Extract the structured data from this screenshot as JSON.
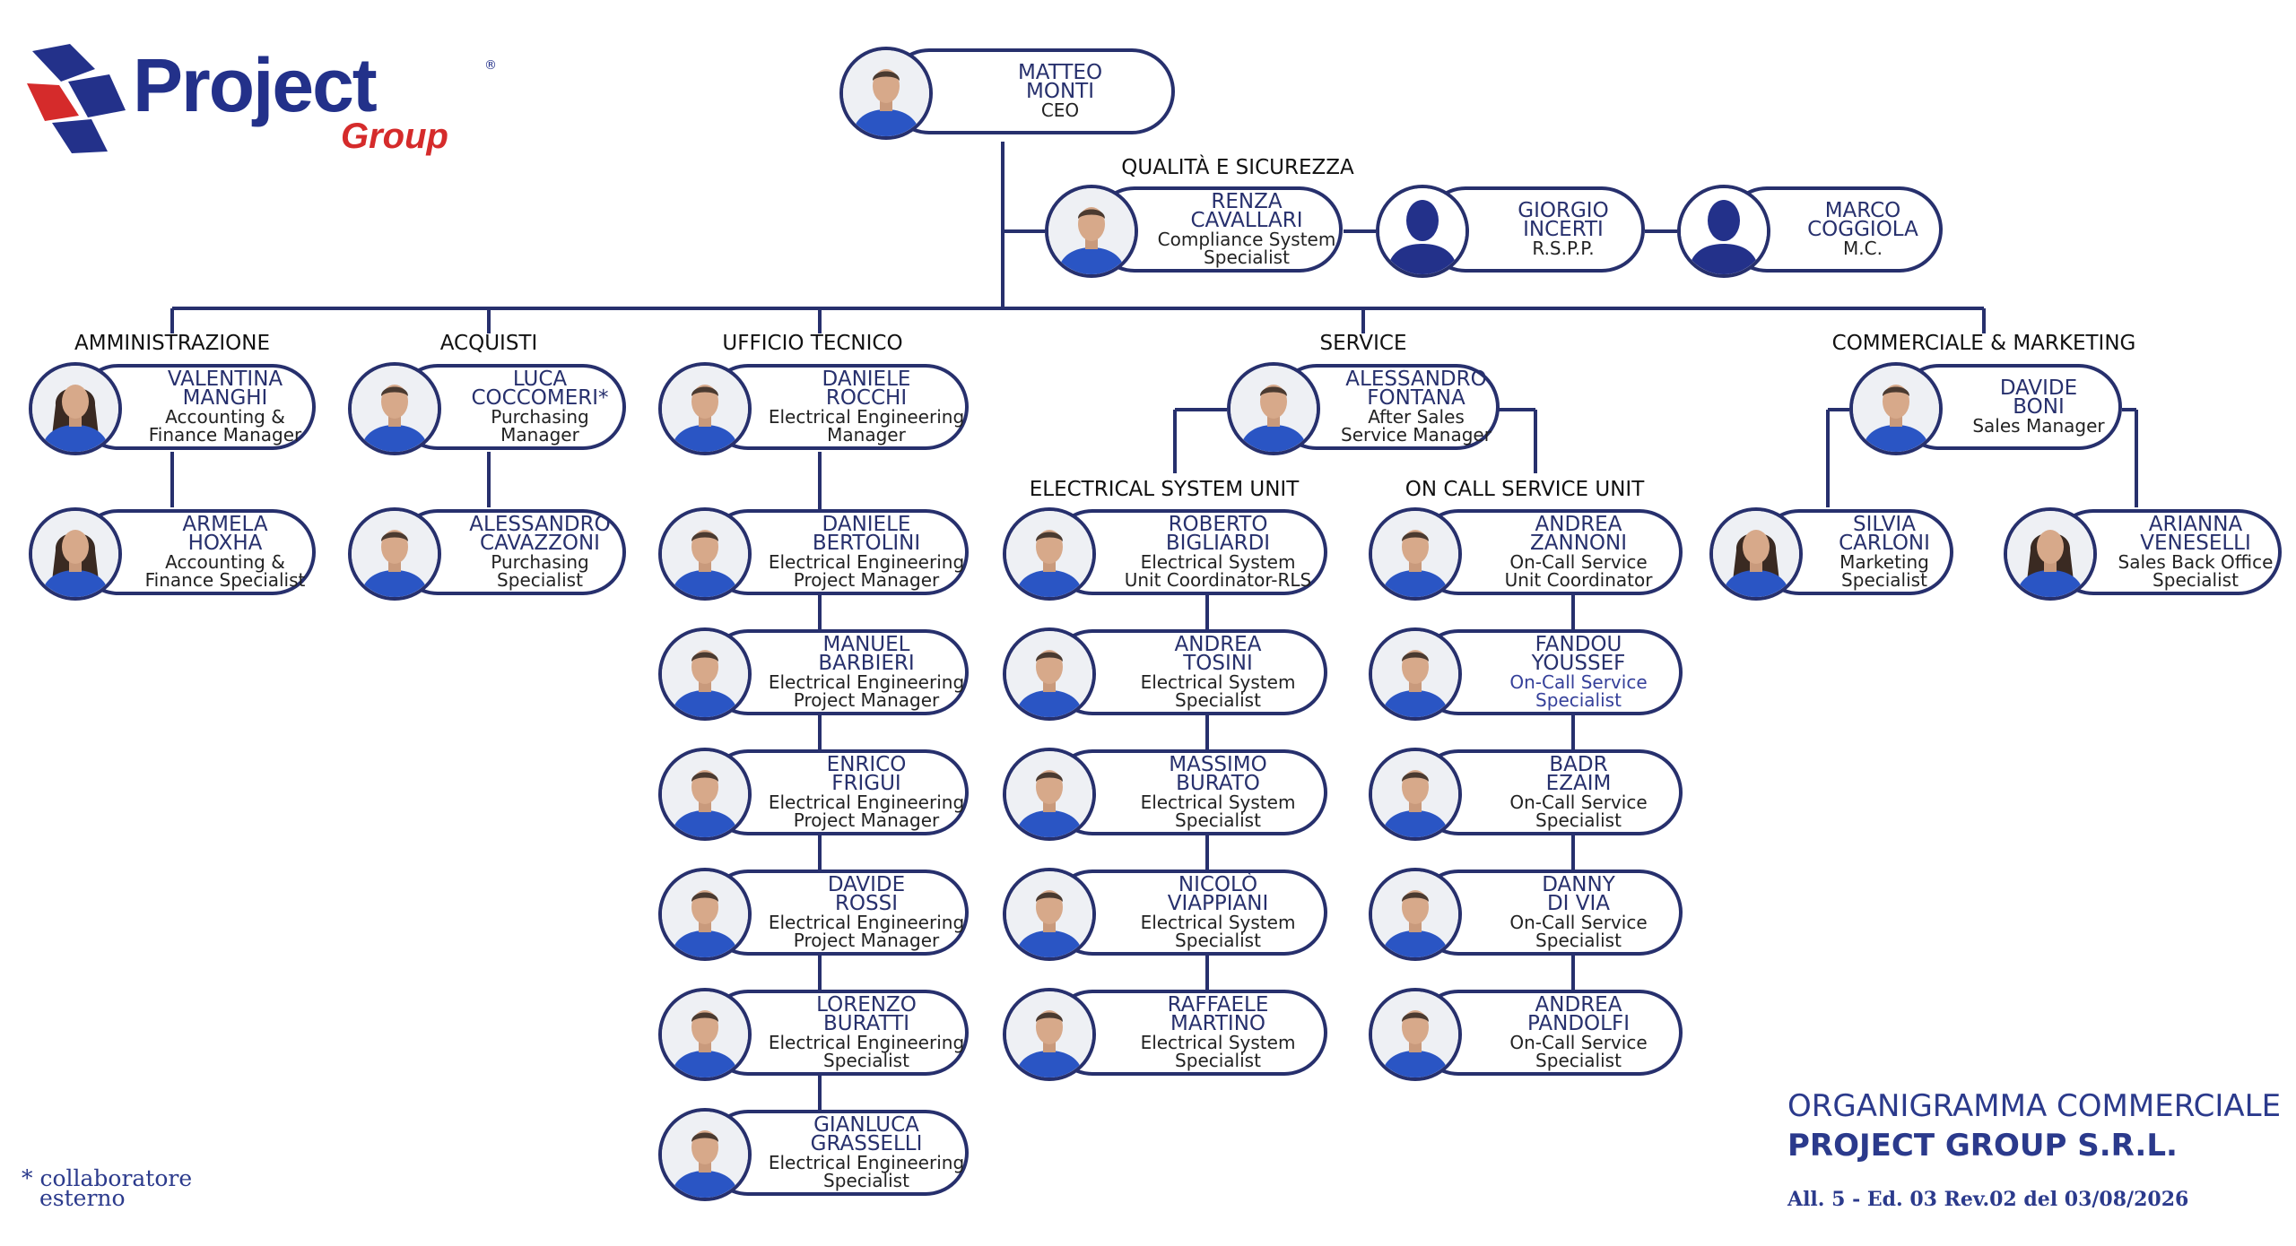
{
  "logo": {
    "name": "Project",
    "sub": "Group",
    "reg": "®"
  },
  "colors": {
    "navy": "#27306d",
    "brand_blue": "#23318a",
    "brand_red": "#d52b2b",
    "shirt": "#2a55c4"
  },
  "ceo": {
    "name": [
      "MATTEO",
      "MONTI"
    ],
    "role": [
      "CEO"
    ]
  },
  "quality": {
    "label": "QUALITÀ E SICUREZZA",
    "people": [
      {
        "name": [
          "RENZA",
          "CAVALLARI"
        ],
        "role": [
          "Compliance System",
          "Specialist"
        ],
        "placeholder": false
      },
      {
        "name": [
          "GIORGIO",
          "INCERTI"
        ],
        "role": [
          "R.S.P.P."
        ],
        "placeholder": true
      },
      {
        "name": [
          "MARCO",
          "COGGIOLA"
        ],
        "role": [
          "M.C."
        ],
        "placeholder": true
      }
    ]
  },
  "departments": [
    {
      "label": "AMMINISTRAZIONE",
      "people": [
        {
          "name": [
            "VALENTINA",
            "MANGHI"
          ],
          "role": [
            "Accounting &",
            "Finance Manager"
          ],
          "female": true
        },
        {
          "name": [
            "ARMELA",
            "HOXHA"
          ],
          "role": [
            "Accounting &",
            "Finance Specialist"
          ],
          "female": true
        }
      ]
    },
    {
      "label": "ACQUISTI",
      "people": [
        {
          "name": [
            "LUCA",
            "COCCOMERI*"
          ],
          "role": [
            "Purchasing",
            "Manager"
          ]
        },
        {
          "name": [
            "ALESSANDRO",
            "CAVAZZONI"
          ],
          "role": [
            "Purchasing",
            "Specialist"
          ]
        }
      ]
    },
    {
      "label": "UFFICIO TECNICO",
      "people": [
        {
          "name": [
            "DANIELE",
            "ROCCHI"
          ],
          "role": [
            "Electrical Engineering",
            "Manager"
          ]
        },
        {
          "name": [
            "DANIELE",
            "BERTOLINI"
          ],
          "role": [
            "Electrical Engineering",
            "Project Manager"
          ]
        },
        {
          "name": [
            "MANUEL",
            "BARBIERI"
          ],
          "role": [
            "Electrical Engineering",
            "Project Manager"
          ]
        },
        {
          "name": [
            "ENRICO",
            "FRIGUI"
          ],
          "role": [
            "Electrical Engineering",
            "Project Manager"
          ]
        },
        {
          "name": [
            "DAVIDE",
            "ROSSI"
          ],
          "role": [
            "Electrical Engineering",
            "Project Manager"
          ]
        },
        {
          "name": [
            "LORENZO",
            "BURATTI"
          ],
          "role": [
            "Electrical Engineering",
            "Specialist"
          ]
        },
        {
          "name": [
            "GIANLUCA",
            "GRASSELLI"
          ],
          "role": [
            "Electrical Engineering",
            "Specialist"
          ]
        }
      ]
    },
    {
      "label": "SERVICE",
      "people": [
        {
          "name": [
            "ALESSANDRO",
            "FONTANA"
          ],
          "role": [
            "After Sales",
            "Service Manager"
          ]
        }
      ],
      "units": [
        {
          "label": "ELECTRICAL SYSTEM UNIT",
          "people": [
            {
              "name": [
                "ROBERTO",
                "BIGLIARDI"
              ],
              "role": [
                "Electrical System",
                "Unit Coordinator-RLS"
              ]
            },
            {
              "name": [
                "ANDREA",
                "TOSINI"
              ],
              "role": [
                "Electrical System",
                "Specialist"
              ]
            },
            {
              "name": [
                "MASSIMO",
                "BURATO"
              ],
              "role": [
                "Electrical System",
                "Specialist"
              ]
            },
            {
              "name": [
                "NICOLÒ",
                "VIAPPIANI"
              ],
              "role": [
                "Electrical System",
                "Specialist"
              ]
            },
            {
              "name": [
                "RAFFAELE",
                "MARTINO"
              ],
              "role": [
                "Electrical System",
                "Specialist"
              ]
            }
          ]
        },
        {
          "label": "ON CALL SERVICE UNIT",
          "people": [
            {
              "name": [
                "ANDREA",
                "ZANNONI"
              ],
              "role": [
                "On-Call Service",
                "Unit Coordinator"
              ]
            },
            {
              "name": [
                "FANDOU",
                "YOUSSEF"
              ],
              "role": [
                "On-Call Service",
                "Specialist"
              ],
              "highlight": true
            },
            {
              "name": [
                "BADR",
                "EZAIM"
              ],
              "role": [
                "On-Call Service",
                "Specialist"
              ]
            },
            {
              "name": [
                "DANNY",
                "DI VIA"
              ],
              "role": [
                "On-Call Service",
                "Specialist"
              ]
            },
            {
              "name": [
                "ANDREA",
                "PANDOLFI"
              ],
              "role": [
                "On-Call Service",
                "Specialist"
              ]
            }
          ]
        }
      ]
    },
    {
      "label": "COMMERCIALE & MARKETING",
      "people": [
        {
          "name": [
            "DAVIDE",
            "BONI"
          ],
          "role": [
            "Sales Manager"
          ]
        },
        {
          "name": [
            "SILVIA",
            "CARLONI"
          ],
          "role": [
            "Marketing",
            "Specialist"
          ],
          "female": true
        },
        {
          "name": [
            "ARIANNA",
            "VENESELLI"
          ],
          "role": [
            "Sales Back Office",
            "Specialist"
          ],
          "female": true
        }
      ]
    }
  ],
  "footer": {
    "title_line1": "ORGANIGRAMMA COMMERCIALE",
    "title_line2": "PROJECT GROUP S.R.L.",
    "edition": "All. 5 - Ed. 03 Rev.02 del 03/08/2026",
    "note_line1": "* collaboratore",
    "note_line2": "esterno"
  }
}
